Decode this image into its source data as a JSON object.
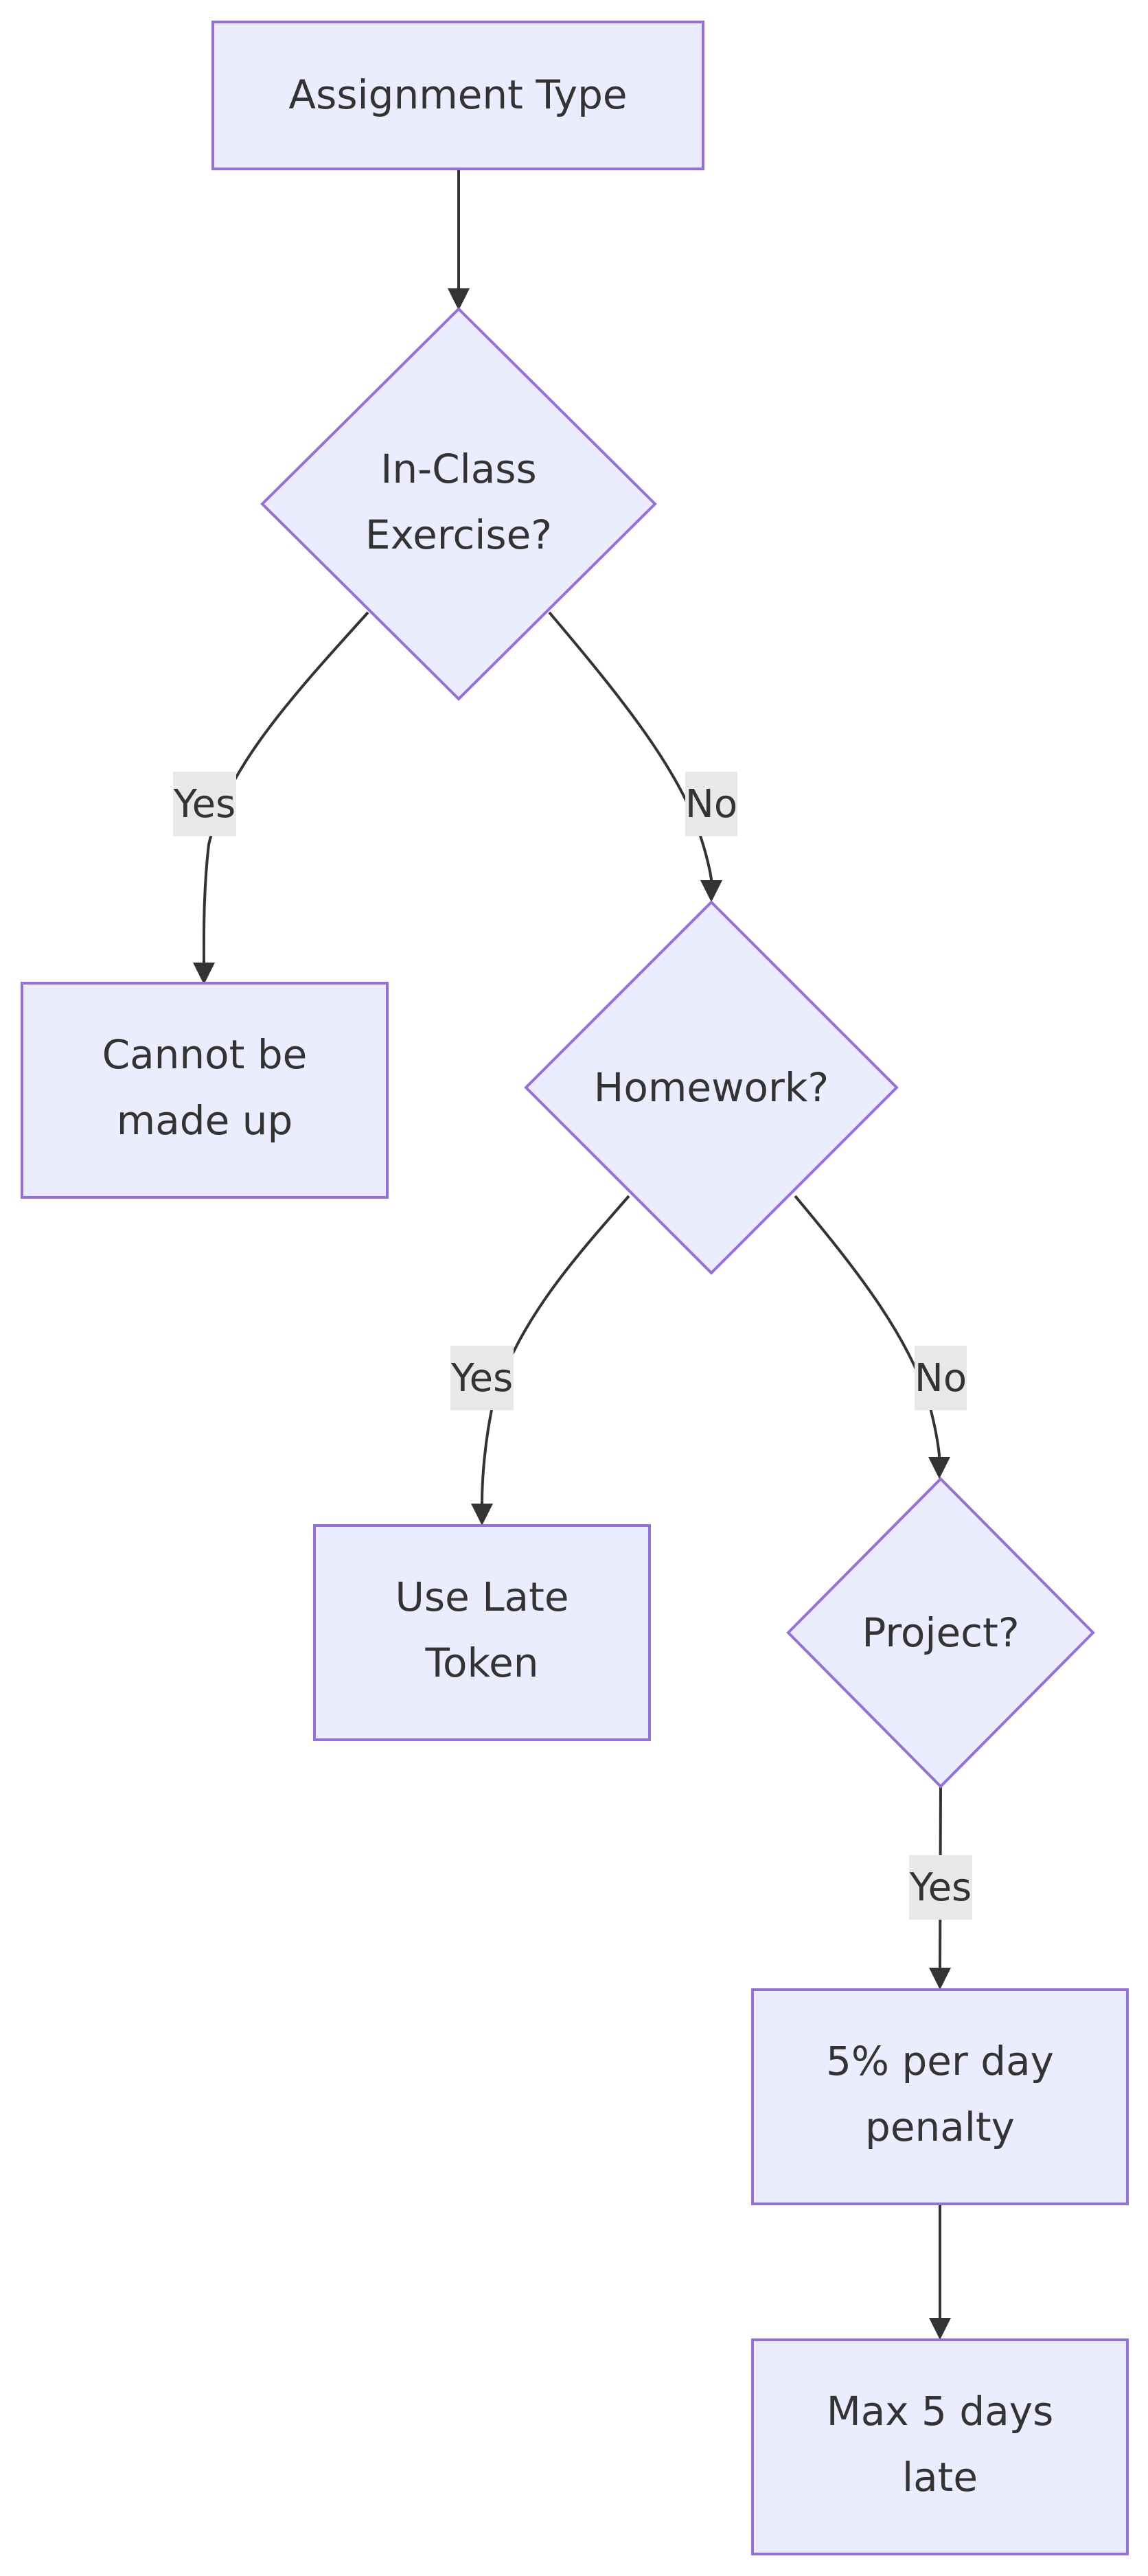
{
  "diagram": {
    "nodes": {
      "assignment_type": {
        "lines": [
          "Assignment Type"
        ]
      },
      "in_class": {
        "lines": [
          "In-Class",
          "Exercise?"
        ]
      },
      "cannot_make_up": {
        "lines": [
          "Cannot be",
          "made up"
        ]
      },
      "homework": {
        "lines": [
          "Homework?"
        ]
      },
      "use_late_token": {
        "lines": [
          "Use Late",
          "Token"
        ]
      },
      "project": {
        "lines": [
          "Project?"
        ]
      },
      "penalty": {
        "lines": [
          "5% per day",
          "penalty"
        ]
      },
      "max_days": {
        "lines": [
          "Max 5 days",
          "late"
        ]
      }
    },
    "edges": {
      "in_class_yes": "Yes",
      "in_class_no": "No",
      "homework_yes": "Yes",
      "homework_no": "No",
      "project_yes": "Yes"
    },
    "colors": {
      "node_fill": "#ECECFF",
      "node_stroke": "#9370DB",
      "edge": "#333333",
      "label_bg": "#E8E8E8",
      "text": "#333333"
    }
  }
}
